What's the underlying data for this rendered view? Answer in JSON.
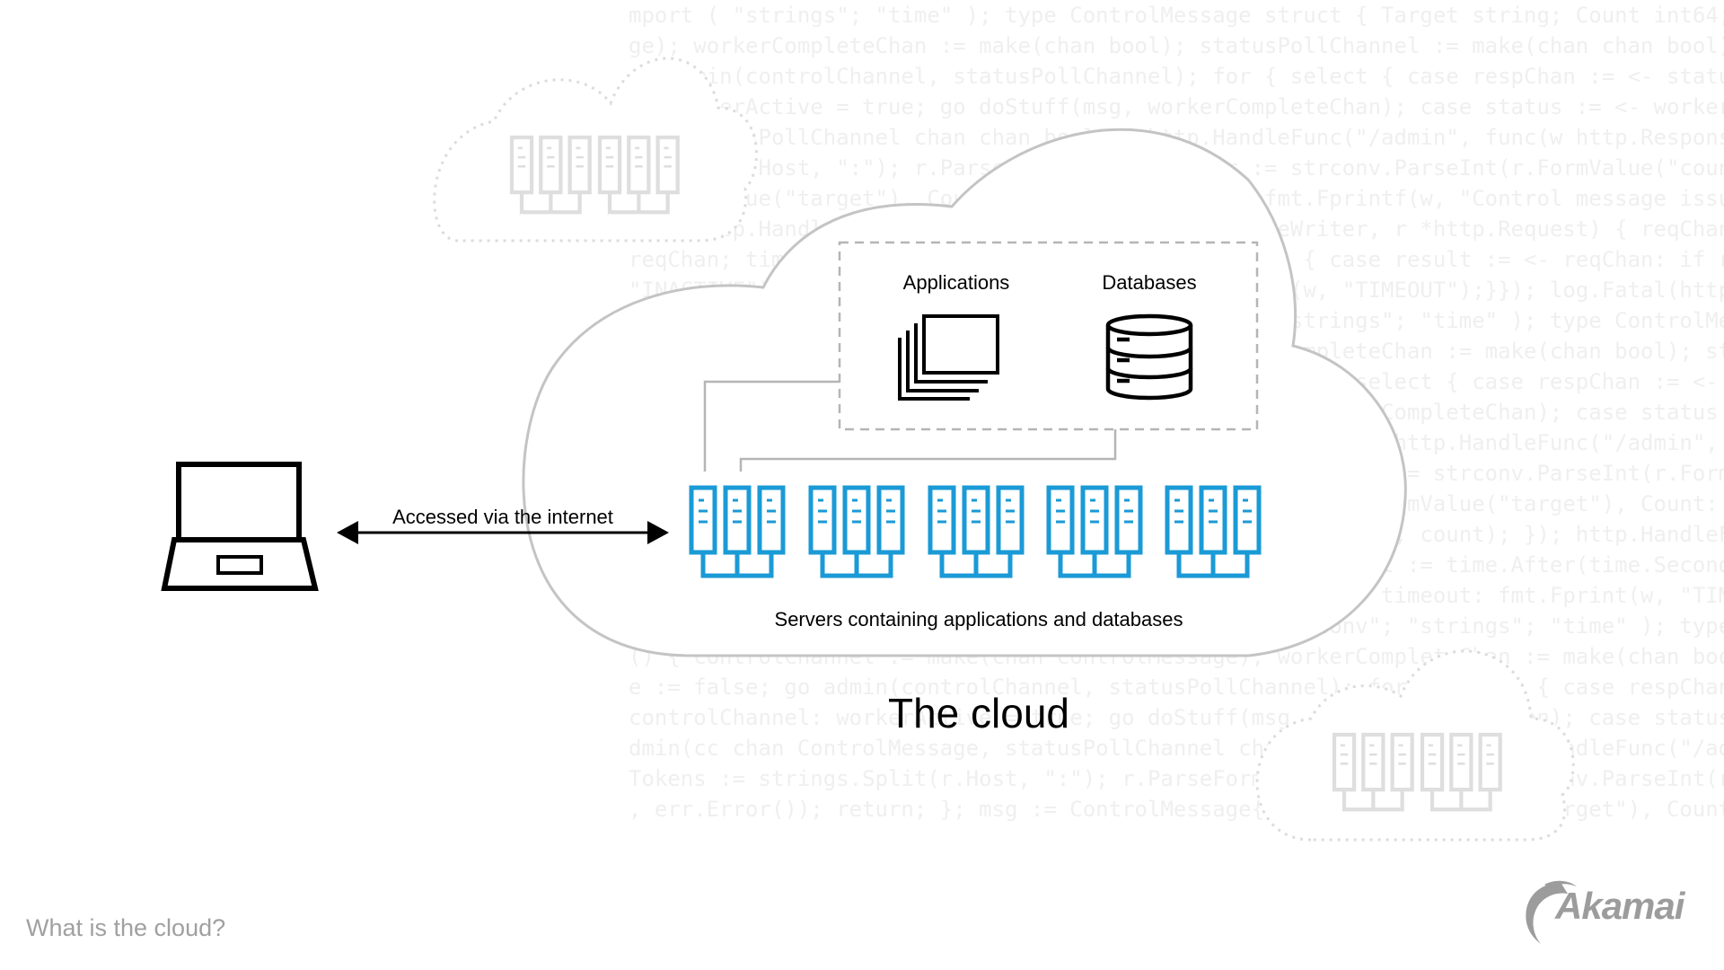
{
  "background_code": [
    "mport ( \"strings\"; \"time\" ); type ControlMessage struct { Target string; Count int64; }; func main() { contr",
    "ge); workerCompleteChan := make(chan bool); statusPollChannel := make(chan chan bool); workerActive := fals",
    "go admin(controlChannel, statusPollChannel); for { select { case respChan := <- statusPollChannel: respChan <- workerActive; case",
    "e: workerActive = true; go doStuff(msg, workerCompleteChan); case status := <- workerCompleteChan: workerActive = status; }}}; f",
    "ge, statusPollChannel chan chan bool) { http.HandleFunc(\"/admin\", func(w http.ResponseWriter, r *http.Request) { hostTokens :",
    "a.Split(r.Host, \":\"); r.ParseForm(); count, err := strconv.ParseInt(r.FormValue(\"count\"), 10, 64); if err != nil { fmt.Fprintf(w,",
    "r.FormValue(\"target\"), Count: count}; cc <- msg; fmt.Fprintf(w, \"Control message issued for Target %s, count %d\", html.Escap",
    "c(); http.HandleFunc(\"/status\",func(w http.ResponseWriter, r *http.Request) { reqChan := make(chan bool); statusPollChannel <-",
    "reqChan; timeout := time.After(time.Second); select { case result := <- reqChan: if result { fmt.Fprint(w, \"ACTIVE\"); } else {",
    "\"INACTIVE\"); }; return; case <- timeout: fmt.Fprint(w, \"TIMEOUT\");}}); log.Fatal(http.ListenAndServe(\":1337\", nil)); };package",
    "rt ( \"fmt\"; \"html\"; \"log\"; \"net/http\"; \"strconv\"; \"strings\"; \"time\" ); type ControlMessage struct { Target string; Count int64; }; func main",
    "ontrolChannel := make(chan ControlMessage); workerCompleteChan := make(chan bool); statusPollChannel := make(chan chan bool); workerActi",
    "lse; go admin(controlChannel, statusPollChannel); for { select { case respChan := <- statusPollChannel: respChan <- workerActive; case msg := <- c",
    "ontrolChannel: workerActive = true; go doStuff(msg, workerCompleteChan); case status := <- workerCompleteChan: workerActive = status; }}}; func admin(c",
    "c chan ControlMessage, statusPollChannel chan chan bool) { http.HandleFunc(\"/admin\", func(w http.ResponseWriter, r *http.Request) { hostTokens",
    "s := strings.Split(r.Host, \":\"); r.ParseForm(); count, err := strconv.ParseInt(r.FormValue(\"count\"), 10, 64); if err != nil { fmt.Fprintf(w,",
    "err.Error()); return; }; msg := ControlMessage{Target: r.FormValue(\"target\"), Count: count}; cc <- msg; fmt.Fprintf(w, \"Control message issued for Targ",
    "get %s, count %d\", html.EscapeString(r.FormValue(\"target\")), count); }); http.HandleFunc(\"/status\",func(w http.ResponseWriter, r *http.Request) { reqChan",
    "n := make(chan bool); statusPollChannel <- reqChan; timeout := time.After(time.Second); select { case result := <- reqChan: if result { fmt.Fprint(w, \"ACTIVE\"",
    "); } else { fmt.Fprint(w, \"INACTIVE\"); }; return; case <- timeout: fmt.Fprint(w, \"TIMEOUT\");}}); log.Fatal(http.ListenAndServe(\":1337\", nil)); };package",
    "main; import ( \"fmt\"; \"html\"; \"log\"; \"net/http\"; \"strconv\"; \"strings\"; \"time\" ); type ControlMessage struct { Target string; Count int64; }; func main",
    "() { controlChannel := make(chan ControlMessage); workerCompleteChan := make(chan bool); statusPollChannel := make(chan chan bool); workerActive",
    "e := false; go admin(controlChannel, statusPollChannel); for { select { case respChan := <- statusPollChannel: respChan <- workerActive; case msg := <-",
    "controlChannel: workerActive = true; go doStuff(msg, workerCompleteChan); case status := <- workerCompleteChan: workerActive = status; }}}; func a",
    "dmin(cc chan ControlMessage, statusPollChannel chan chan bool) { http.HandleFunc(\"/admin\", func(w http.ResponseWriter, r *http.Request) { host",
    "Tokens := strings.Split(r.Host, \":\"); r.ParseForm(); count, err := strconv.ParseInt(r.FormValue(\"count\"), 10, 64); if err != nil { fmt.Fprintf(w",
    ", err.Error()); return; }; msg := ControlMessage{Target: r.FormValue(\"target\"), Count: count}; cc <- msg; fmt.Fprintf(w, \"Control message issued f"
  ],
  "diagram": {
    "applications_label": "Applications",
    "databases_label": "Databases",
    "connection_label": "Accessed via the internet",
    "servers_label": "Servers containing applications and databases",
    "cloud_title": "The cloud"
  },
  "footer": {
    "title": "What is the cloud?",
    "brand": "Akamai"
  },
  "colors": {
    "server_blue": "#1a9ad6",
    "cloud_outline": "#c4c4c4",
    "faded_gray": "#d9d9d9",
    "footer_gray": "#a0a0a0"
  },
  "icons": [
    "laptop-icon",
    "applications-icon",
    "database-icon",
    "server-rack-icon",
    "double-arrow-icon",
    "akamai-logo"
  ]
}
